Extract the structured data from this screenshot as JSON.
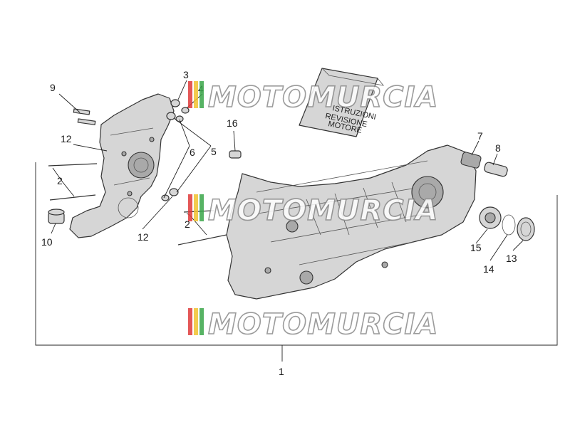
{
  "callouts": {
    "c1": "1",
    "c2a": "2",
    "c2b": "2",
    "c3": "3",
    "c4": "4",
    "c5": "5",
    "c6": "6",
    "c7": "7",
    "c8": "8",
    "c9": "9",
    "c10": "10",
    "c12a": "12",
    "c12b": "12",
    "c13": "13",
    "c14": "14",
    "c15": "15",
    "c16": "16"
  },
  "card": {
    "line1": "ISTRUZIONI",
    "line2": "REVISIONE",
    "line3": "MOTORE"
  },
  "watermark": {
    "text": "MOTOMURCIA",
    "stripe_colors": [
      "#e03a3a",
      "#f2c230",
      "#3aa64a"
    ]
  },
  "colors": {
    "part_fill": "#d6d6d6",
    "part_stroke": "#333333"
  }
}
